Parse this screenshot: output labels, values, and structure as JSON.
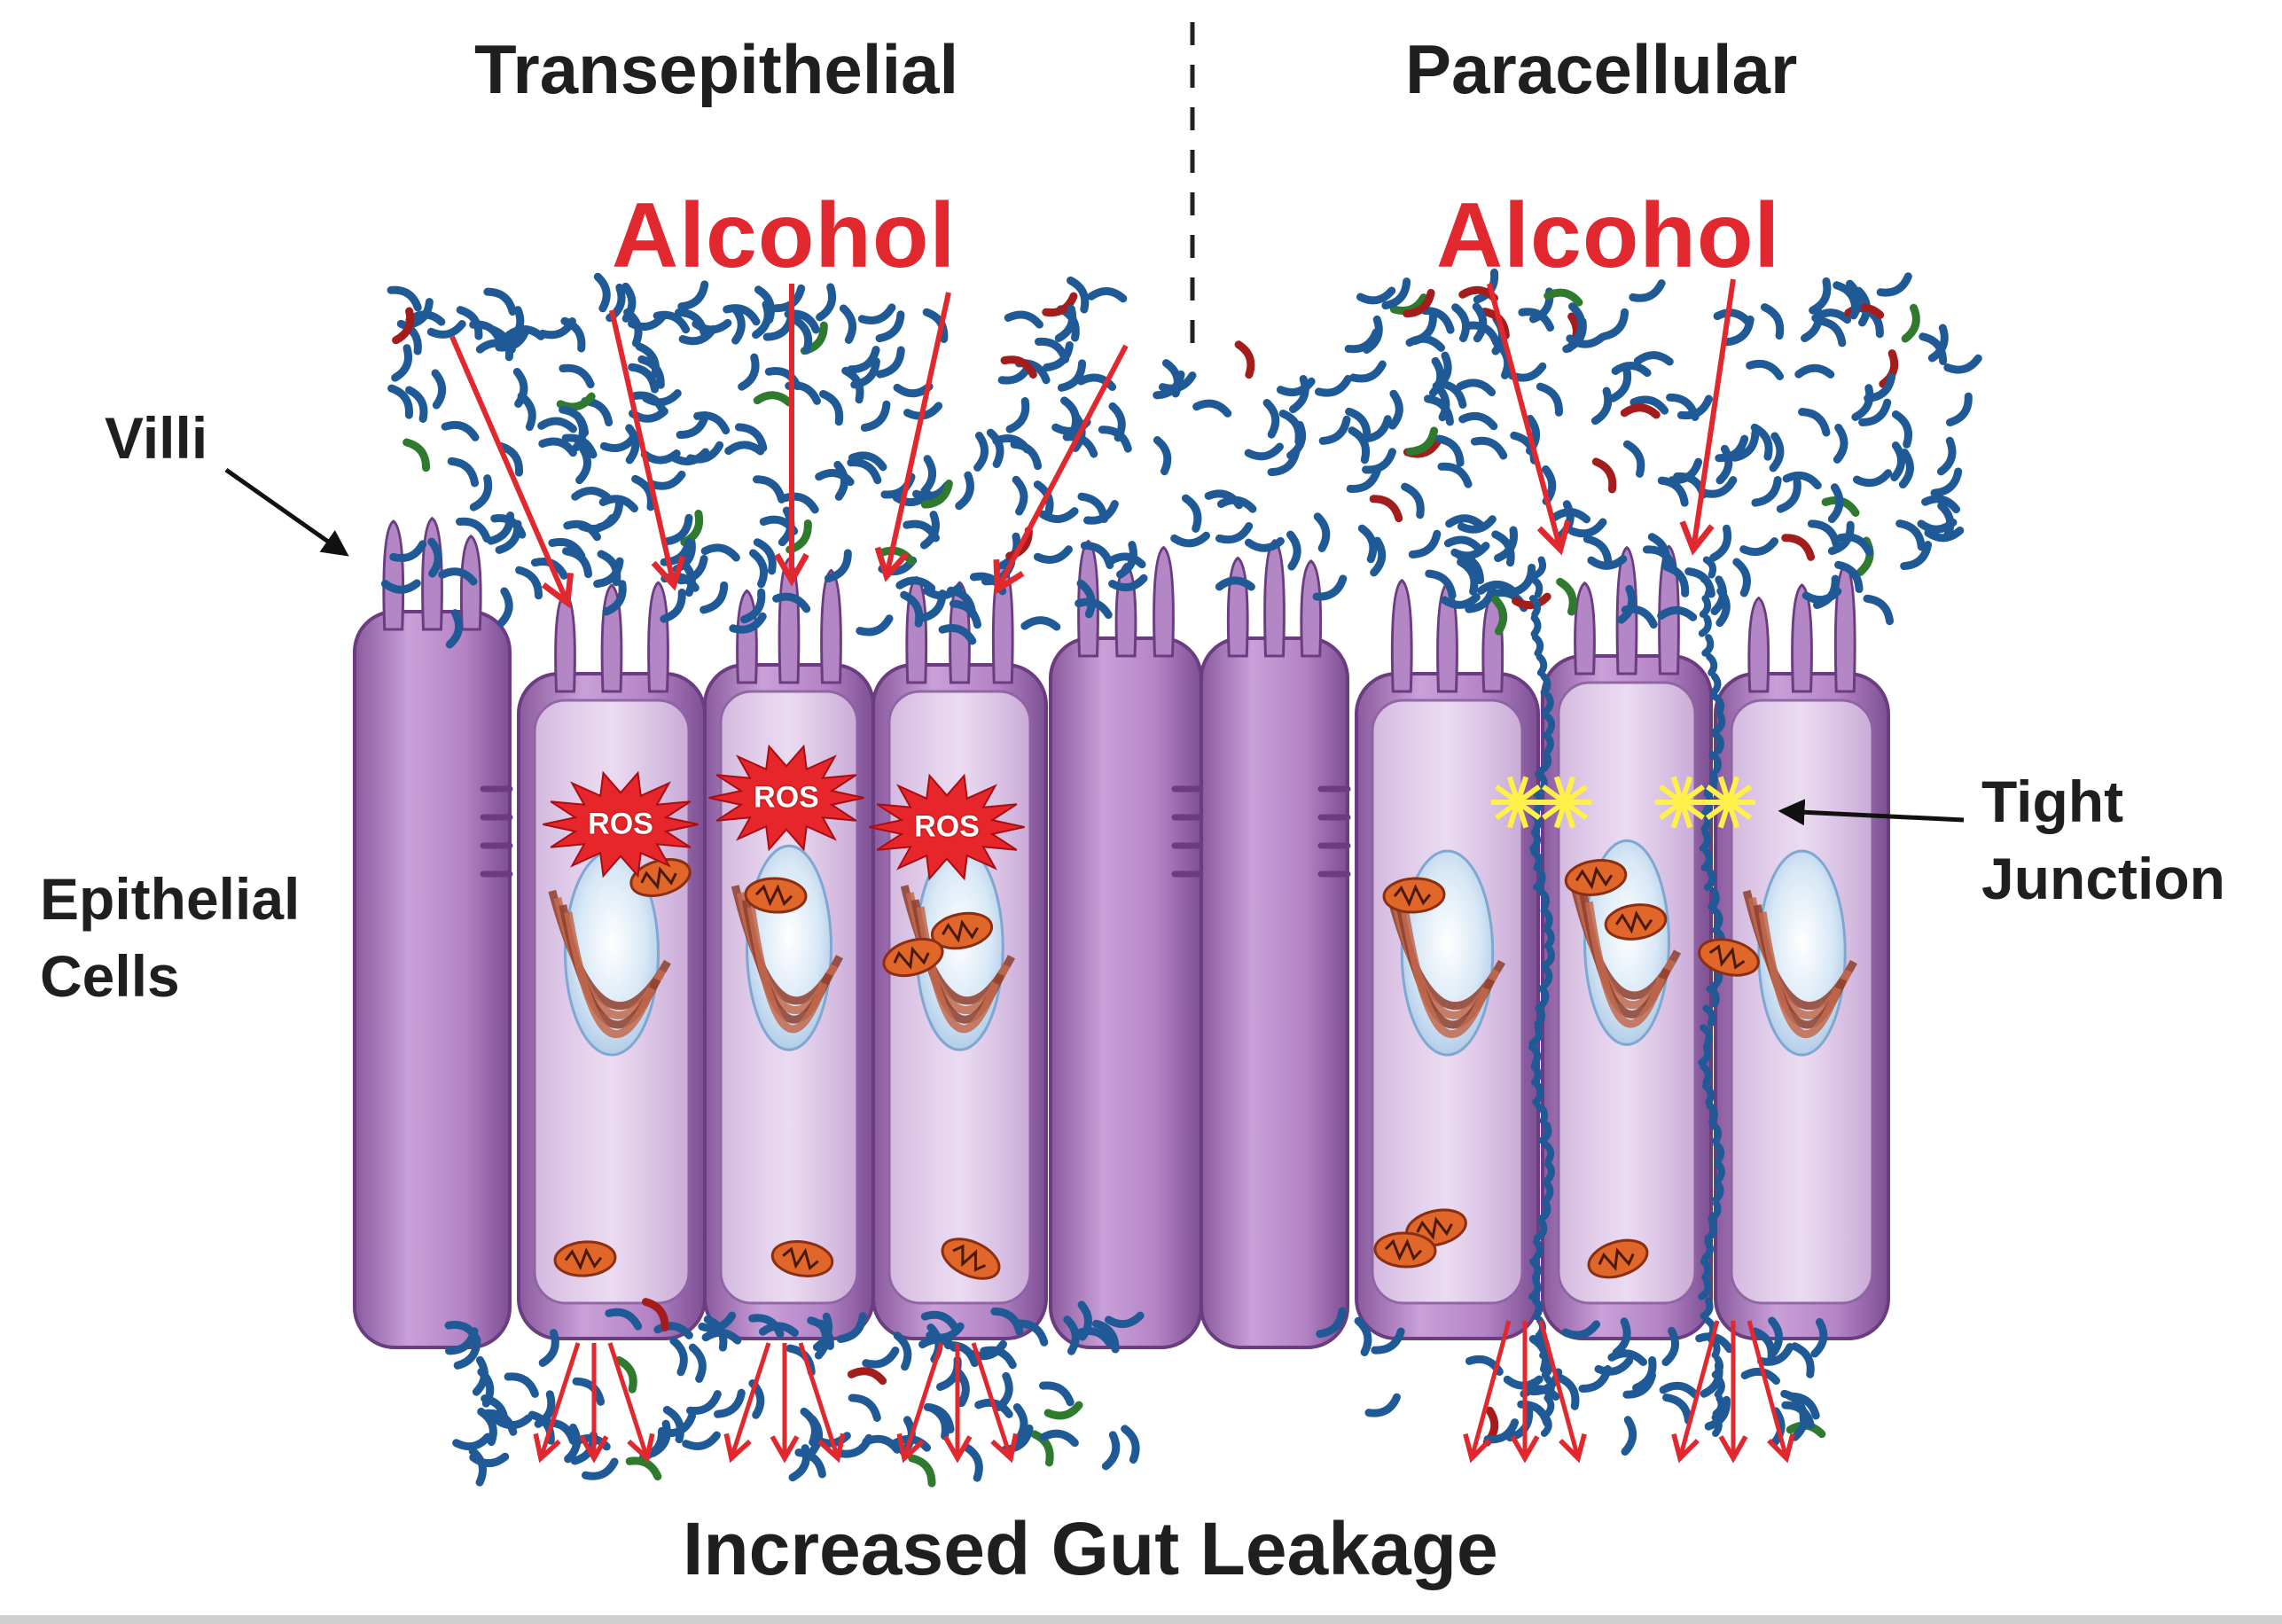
{
  "titles": {
    "transepithelial": "Transepithelial",
    "paracellular": "Paracellular"
  },
  "alcohol": {
    "left": "Alcohol",
    "right": "Alcohol"
  },
  "labels": {
    "villi": "Villi",
    "epithelial_cells_line1": "Epithelial",
    "epithelial_cells_line2": "Cells",
    "tight_junction_line1": "Tight",
    "tight_junction_line2": "Junction",
    "ros": "ROS"
  },
  "caption": "Increased Gut Leakage",
  "colors": {
    "alcohol_red": "#e0282e",
    "cell_purple": "#b58ac6",
    "bacteria_blue": "#1f5a96",
    "mitochondria_orange": "#e0662a",
    "tight_junction_yellow": "#fff04a",
    "text_dark": "#1f1f1f"
  }
}
